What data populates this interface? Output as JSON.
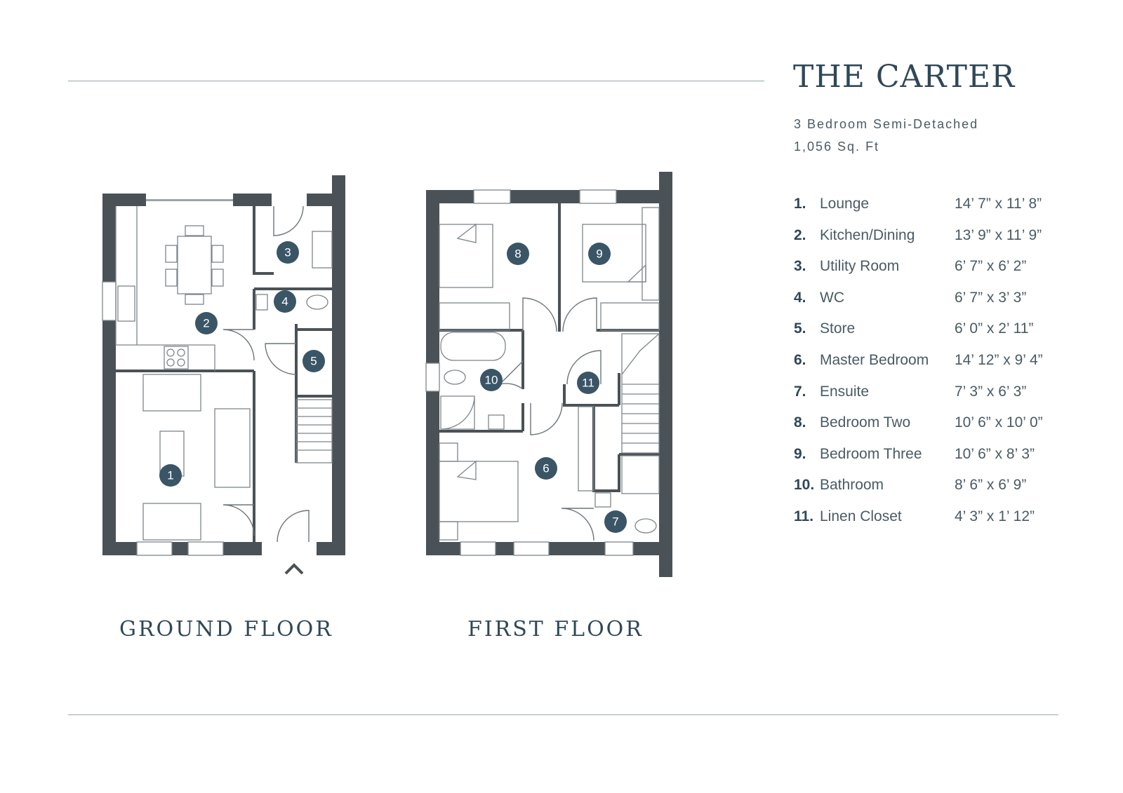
{
  "header": {
    "title": "THE CARTER",
    "subtitle": "3 Bedroom Semi-Detached",
    "area": "1,056 Sq. Ft"
  },
  "rooms": [
    {
      "num": "1.",
      "name": "Lounge",
      "dims": "14’ 7” x 11’ 8”"
    },
    {
      "num": "2.",
      "name": "Kitchen/Dining",
      "dims": "13’ 9” x 11’ 9”"
    },
    {
      "num": "3.",
      "name": "Utility Room",
      "dims": "6’ 7” x 6’ 2”"
    },
    {
      "num": "4.",
      "name": "WC",
      "dims": "6’ 7” x 3’ 3”"
    },
    {
      "num": "5.",
      "name": "Store",
      "dims": "6’ 0” x 2’ 11”"
    },
    {
      "num": "6.",
      "name": "Master Bedroom",
      "dims": "14’ 12” x 9’ 4”"
    },
    {
      "num": "7.",
      "name": "Ensuite",
      "dims": "7’ 3” x 6’ 3”"
    },
    {
      "num": "8.",
      "name": "Bedroom Two",
      "dims": "10’ 6” x 10’ 0”"
    },
    {
      "num": "9.",
      "name": "Bedroom Three",
      "dims": "10’ 6” x 8’ 3”"
    },
    {
      "num": "10.",
      "name": "Bathroom",
      "dims": "8’ 6” x 6’ 9”"
    },
    {
      "num": "11.",
      "name": "Linen Closet",
      "dims": "4’ 3” x 1’ 12”"
    }
  ],
  "floors": {
    "ground": "GROUND FLOOR",
    "first": "FIRST FLOOR"
  },
  "markers": {
    "ground": [
      "1",
      "2",
      "3",
      "4",
      "5"
    ],
    "first": [
      "6",
      "7",
      "8",
      "9",
      "10",
      "11"
    ]
  },
  "colors": {
    "wall": "#4b5257",
    "marker": "#3a5566",
    "title": "#2f4858"
  }
}
